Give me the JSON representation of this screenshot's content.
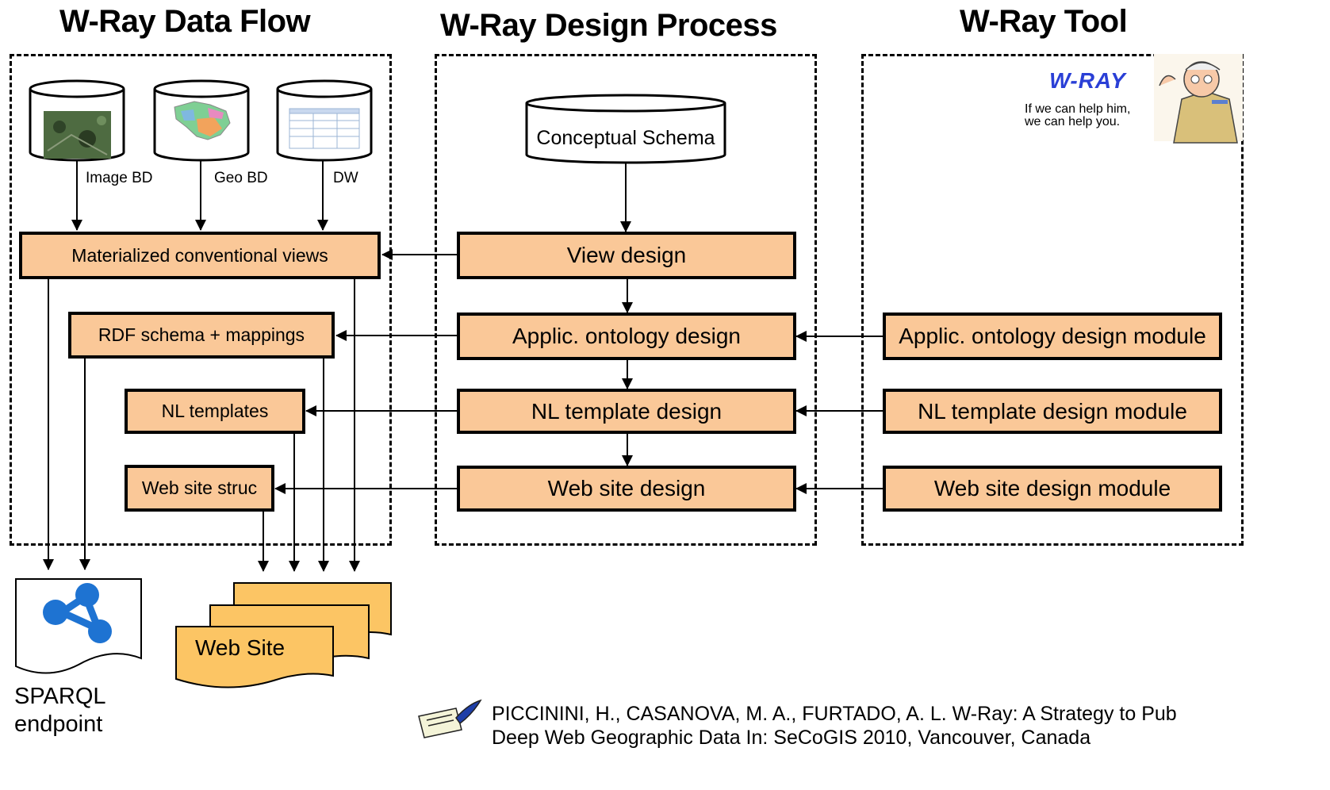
{
  "columns": {
    "data_flow_title": "W-Ray Data Flow",
    "design_process_title": "W-Ray Design Process",
    "tool_title": "W-Ray Tool"
  },
  "data_flow": {
    "sources": [
      {
        "label": "Image BD",
        "icon": "satellite-image-icon"
      },
      {
        "label": "Geo BD",
        "icon": "brazil-map-icon"
      },
      {
        "label": "DW",
        "icon": "table-report-icon"
      }
    ],
    "materialized_views": "Materialized conventional views",
    "rdf_schema": "RDF schema + mappings",
    "nl_templates": "NL templates",
    "web_site_struc": "Web site struc"
  },
  "design_process": {
    "conceptual_schema": "Conceptual Schema",
    "view_design": "View design",
    "ontology_design": "Applic. ontology design",
    "nl_template_design": "NL template design",
    "web_site_design": "Web site design"
  },
  "tool": {
    "logo_text": "W-RAY",
    "slogan_line1": "If we can help him,",
    "slogan_line2": "we can help you.",
    "ontology_module": "Applic. ontology design module",
    "nl_module": "NL template design module",
    "web_module": "Web site design module"
  },
  "outputs": {
    "sparql_line1": "SPARQL",
    "sparql_line2": "endpoint",
    "web_site": "Web Site"
  },
  "citation": {
    "line1": "PICCININI, H., CASANOVA, M. A., FURTADO, A. L. W-Ray: A Strategy to Pub",
    "line2": "Deep Web Geographic Data In: SeCoGIS 2010, Vancouver, Canada"
  },
  "colors": {
    "box_fill": "#fac898",
    "page_fill": "#fcc564",
    "sparql_node": "#1e73d2"
  }
}
